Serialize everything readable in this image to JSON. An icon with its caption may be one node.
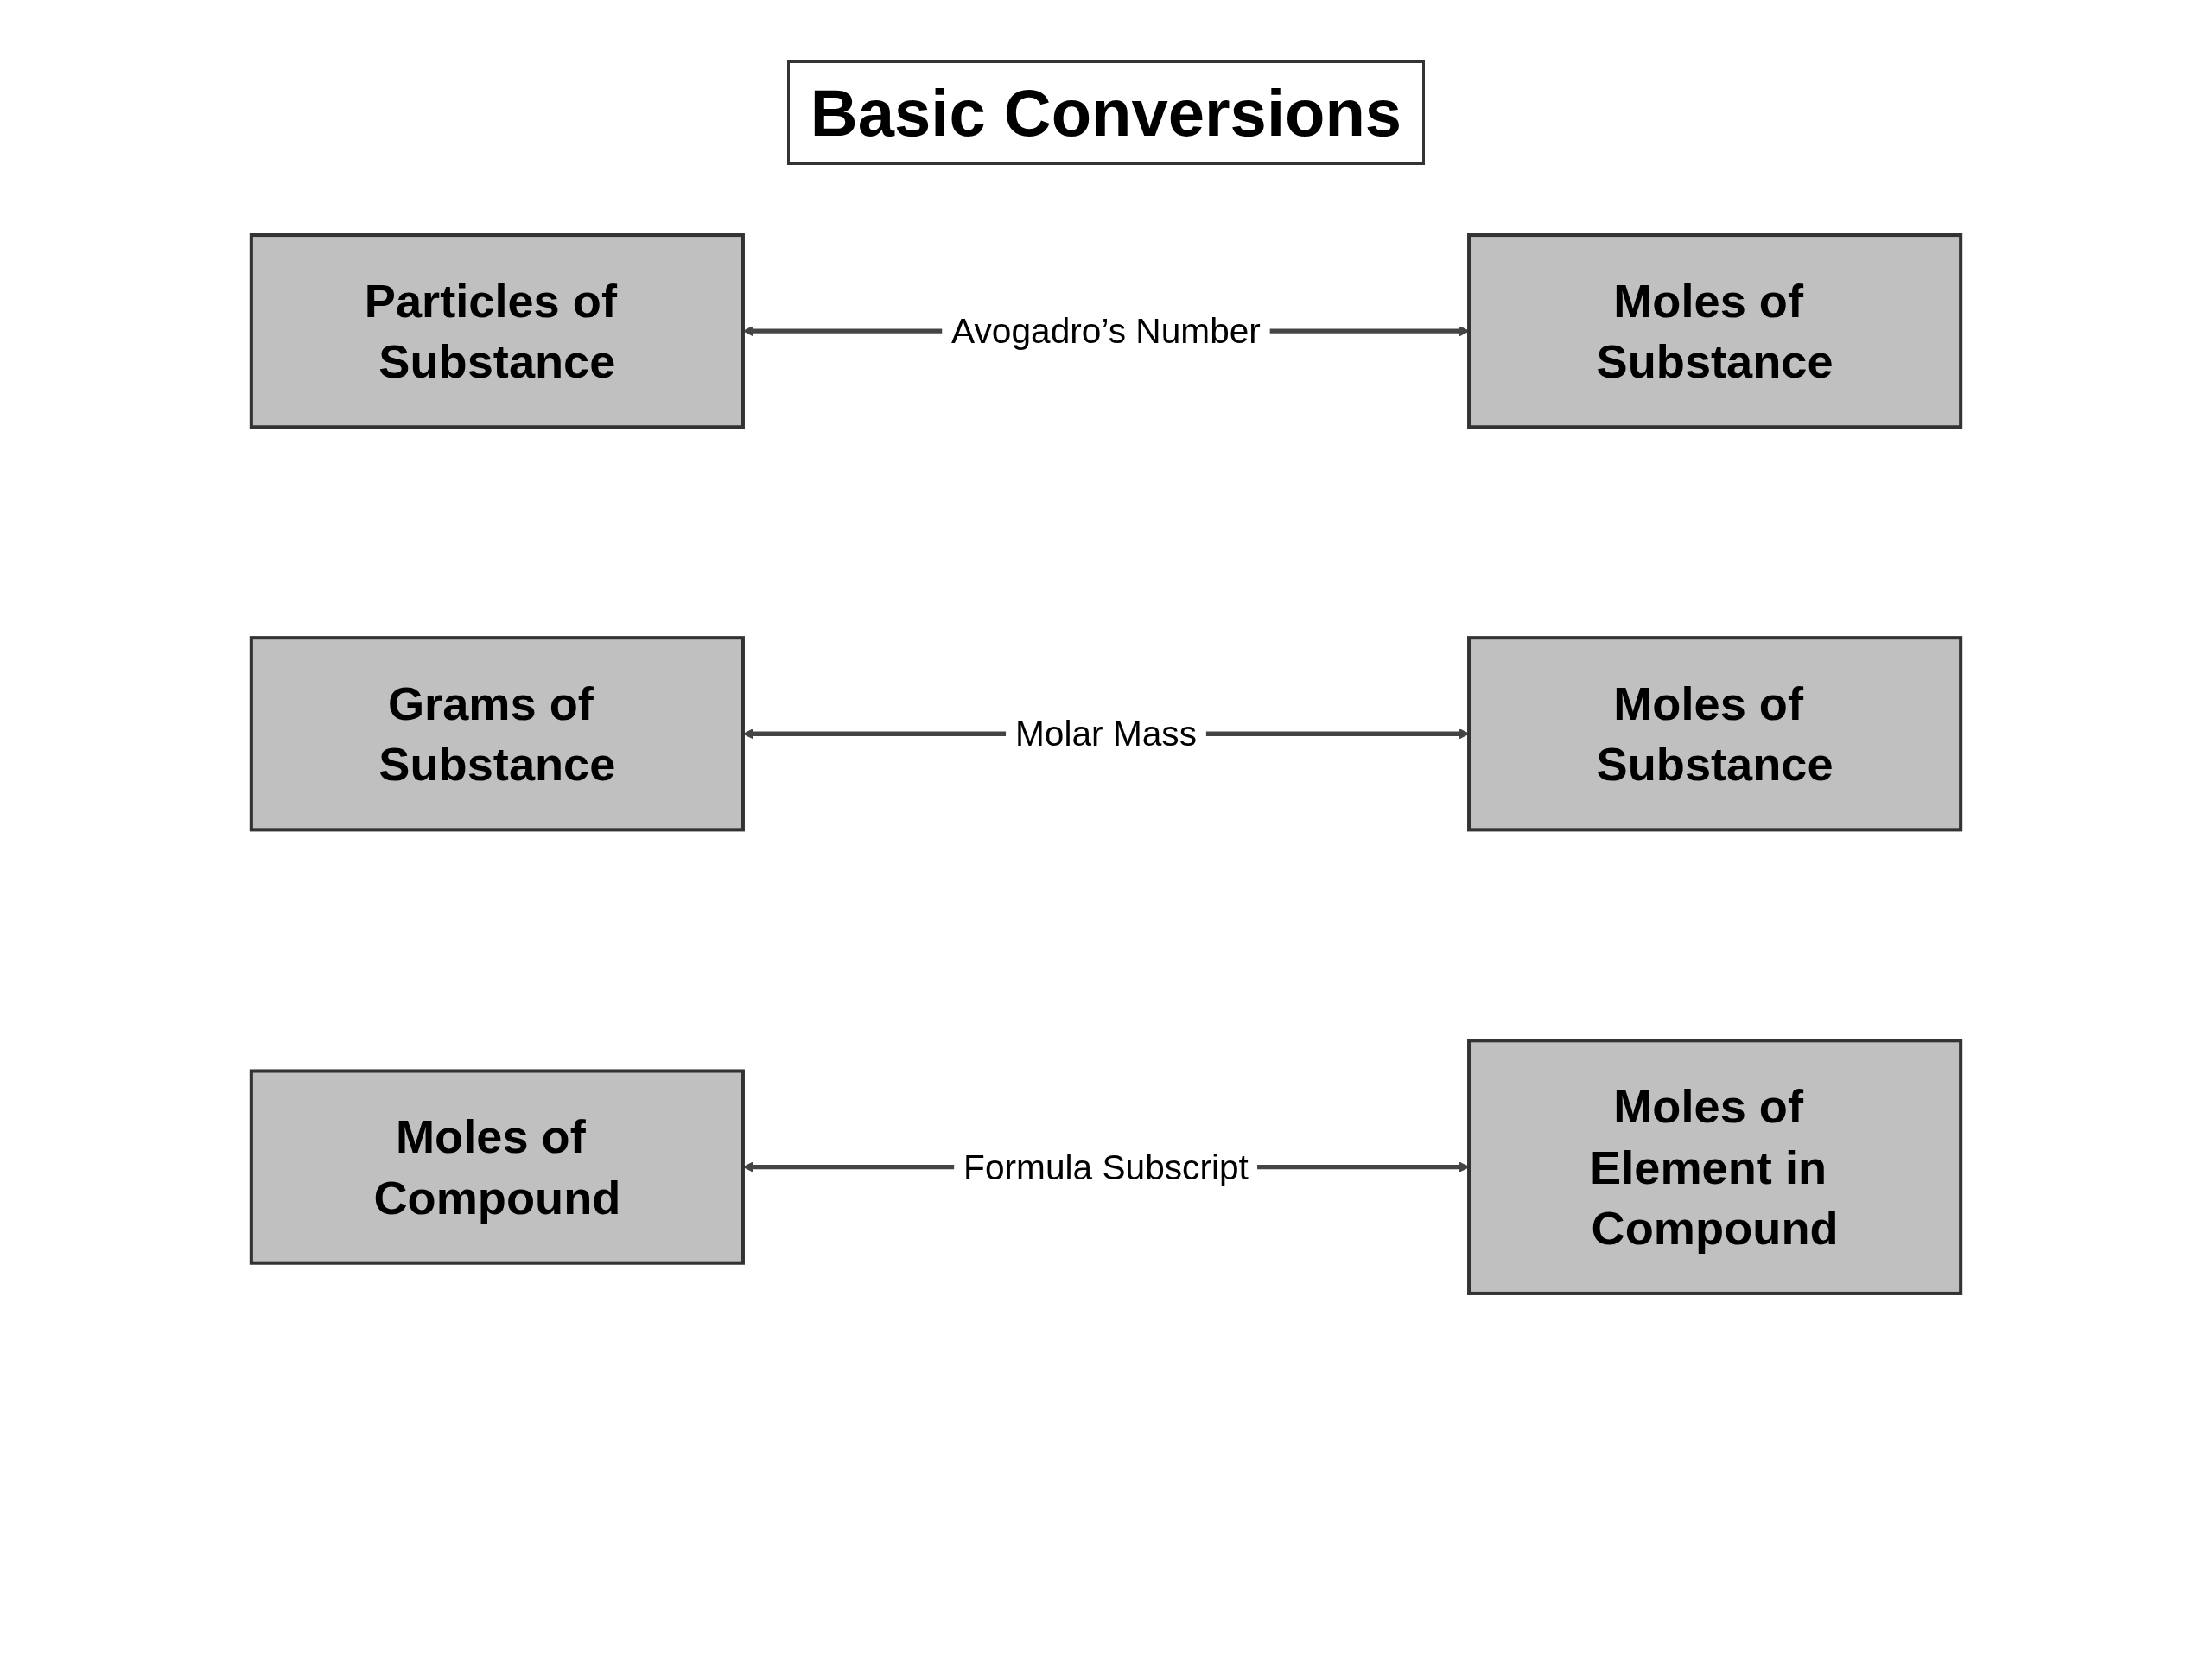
{
  "diagram": {
    "title": "Basic Conversions",
    "nodes": [
      {
        "text": [
          "Particles of Substance"
        ]
      },
      {
        "text": [
          "Moles of Substance"
        ]
      },
      {
        "text": [
          "Grams of Substance"
        ]
      },
      {
        "text": [
          "Moles of Substance"
        ]
      },
      {
        "text": [
          "Moles of Compound"
        ]
      },
      {
        "text": [
          "Moles of Element in Compound"
        ]
      }
    ],
    "edges": [
      {
        "from": 0,
        "to": 1,
        "arrow": "both",
        "label": "Avogadro’s Number"
      },
      {
        "from": 2,
        "to": 3,
        "arrow": "both",
        "label": "Molar Mass"
      },
      {
        "from": 4,
        "to": 5,
        "arrow": "both",
        "label": "Formula Subscript"
      }
    ]
  }
}
